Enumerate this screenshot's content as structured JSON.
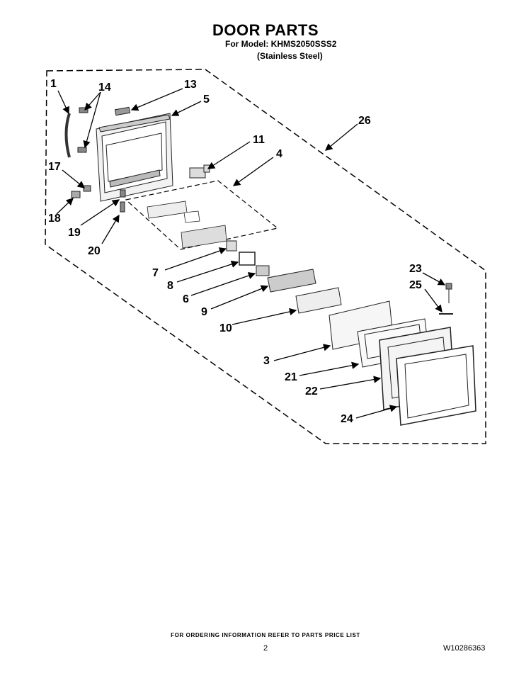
{
  "header": {
    "title": "DOOR PARTS",
    "model_line": "For Model: KHMS2050SSS2",
    "finish_line": "(Stainless Steel)"
  },
  "callouts": [
    "1",
    "14",
    "13",
    "5",
    "26",
    "11",
    "4",
    "17",
    "18",
    "19",
    "20",
    "7",
    "8",
    "6",
    "9",
    "10",
    "23",
    "25",
    "3",
    "21",
    "22",
    "24"
  ],
  "footer": {
    "ordering_note": "FOR ORDERING INFORMATION REFER TO PARTS PRICE LIST",
    "page_number": "2",
    "part_number": "W10286363"
  }
}
